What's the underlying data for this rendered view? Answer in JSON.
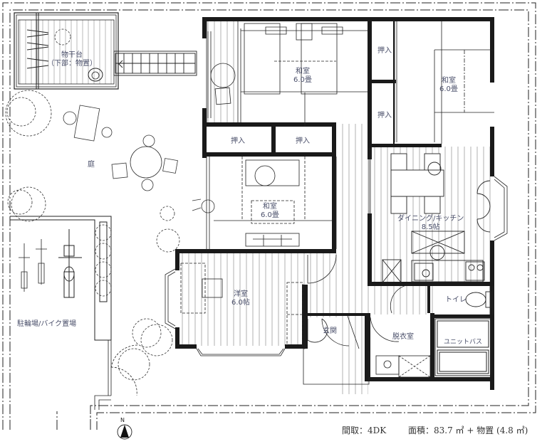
{
  "plan": {
    "layout": "間取：4DK",
    "area": "面積：83.7 ㎡ + 物置 (4.8 ㎡)",
    "compass": "N"
  },
  "rooms": {
    "drying_deck": {
      "name": "物干台",
      "sub": "（下部：物置）"
    },
    "garden": {
      "name": "庭"
    },
    "washitsu_north": {
      "name": "和室",
      "size": "6.0畳"
    },
    "washitsu_east": {
      "name": "和室",
      "size": "6.0畳"
    },
    "washitsu_center": {
      "name": "和室",
      "size": "6.0畳"
    },
    "closet_1": {
      "name": "押入"
    },
    "closet_2": {
      "name": "押入"
    },
    "closet_3": {
      "name": "押入"
    },
    "closet_4": {
      "name": "押入"
    },
    "dining_kitchen": {
      "name": "ダイニング/キッチン",
      "size": "8.5帖"
    },
    "western_room": {
      "name": "洋室",
      "size": "6.0帖"
    },
    "entrance": {
      "name": "玄関"
    },
    "toilet": {
      "name": "トイレ"
    },
    "dressing_room": {
      "name": "脱衣室"
    },
    "unit_bath": {
      "name": "ユニットバス"
    },
    "parking": {
      "name": "駐輪場/バイク置場"
    }
  },
  "colors": {
    "wall": "#1a1a1a",
    "line": "#222222",
    "floor": "#b0b0b0",
    "label": "#4a4f6a"
  }
}
